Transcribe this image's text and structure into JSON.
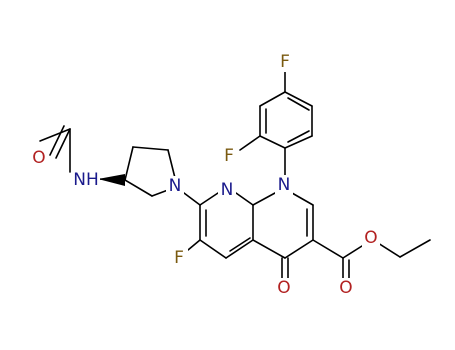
{
  "molecule": {
    "atoms": {
      "N_ring1": "N",
      "N_naphth8": "N",
      "N_naphth1": "N",
      "N_amide": "NH",
      "O_acetyl": "O",
      "O_ketone": "O",
      "O_ester_carbonyl": "O",
      "O_ester_ether": "O",
      "F_top": "F",
      "F_ortho": "F",
      "F_ring": "F"
    },
    "colors": {
      "bond": "#000000",
      "nitrogen": "#1a1a8c",
      "oxygen": "#b22222",
      "fluorine": "#7a5a10"
    }
  }
}
